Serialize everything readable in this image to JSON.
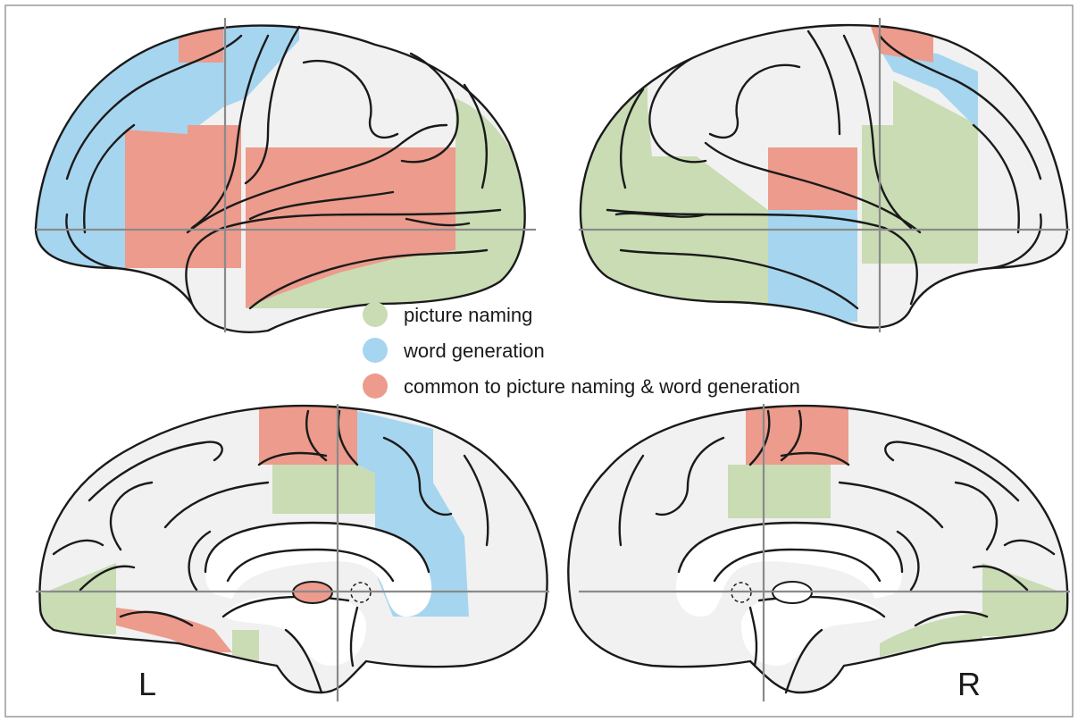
{
  "legend": {
    "items": [
      {
        "label": "picture naming",
        "color": "#c9dcb4"
      },
      {
        "label": "word generation",
        "color": "#a6d5ef"
      },
      {
        "label": "common to picture naming & word generation",
        "color": "#ec9b8c"
      }
    ]
  },
  "labels": {
    "left": "L",
    "right": "R"
  },
  "colors": {
    "frame": "#9a9a9a",
    "crosshair": "#8a8a8a",
    "brain": "#f1f1f1",
    "outline": "#1a1a1a"
  }
}
